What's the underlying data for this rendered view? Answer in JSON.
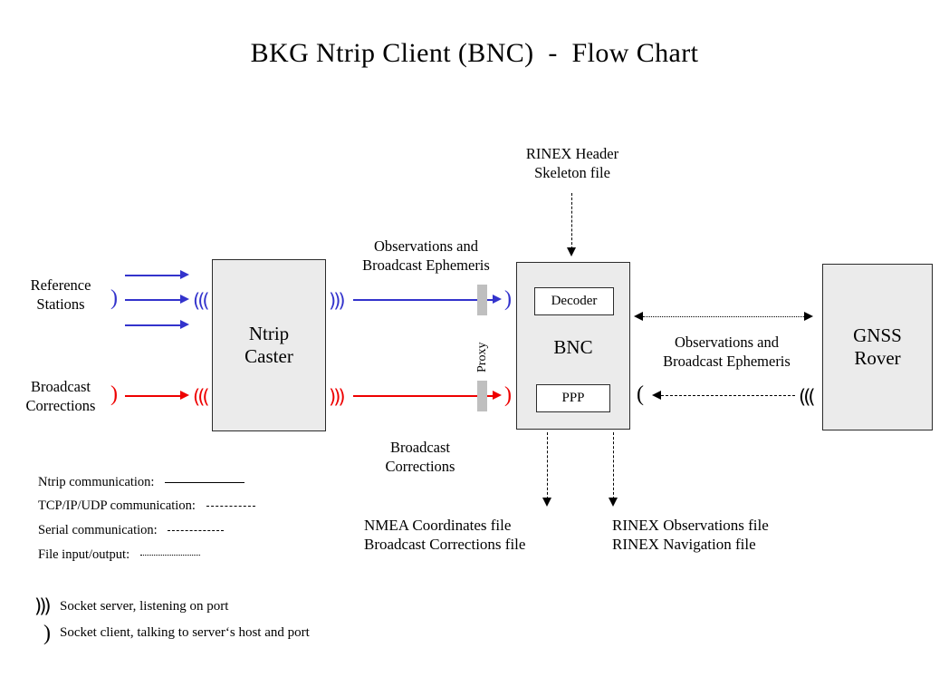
{
  "title": "BKG Ntrip Client (BNC)  -  Flow Chart",
  "nodes": {
    "ntrip_caster": "Ntrip\nCaster",
    "bnc": "BNC",
    "gnss_rover": "GNSS\nRover",
    "decoder": "Decoder",
    "ppp": "PPP"
  },
  "labels": {
    "reference_stations": "Reference\nStations",
    "broadcast_corrections_left": "Broadcast\nCorrections",
    "observations_ephemeris_top": "Observations and\nBroadcast Ephemeris",
    "broadcast_corrections_mid": "Broadcast\nCorrections",
    "rinex_header_skeleton": "RINEX Header\nSkeleton file",
    "observations_ephemeris_right": "Observations and\nBroadcast Ephemeris",
    "nmea_outputs": "NMEA Coordinates file\nBroadcast Corrections file",
    "rinex_outputs": "RINEX Observations file\nRINEX Navigation file",
    "proxy": "Proxy"
  },
  "legend": {
    "lines": [
      {
        "label": "Ntrip communication:",
        "style": "solid"
      },
      {
        "label": "TCP/IP/UDP communication:",
        "style": "dashed"
      },
      {
        "label": "Serial communication:",
        "style": "dashdot"
      },
      {
        "label": "File input/output:",
        "style": "dotted"
      }
    ],
    "sockets": [
      {
        "glyph": "server",
        "label": "Socket server, listening on port"
      },
      {
        "glyph": "client",
        "label": "Socket client, talking to server‘s host and port"
      }
    ]
  },
  "glyphs": {
    "socket_server": ")))",
    "socket_client": ")",
    "socket_server_left": "(((",
    "socket_client_left": "("
  },
  "colors": {
    "blue": "#3333cc",
    "red": "#ee0000",
    "box_fill": "#ebebeb",
    "box_border": "#2b2b2b",
    "proxy_bar": "#bfbfbf",
    "background": "#ffffff",
    "text": "#000000"
  }
}
